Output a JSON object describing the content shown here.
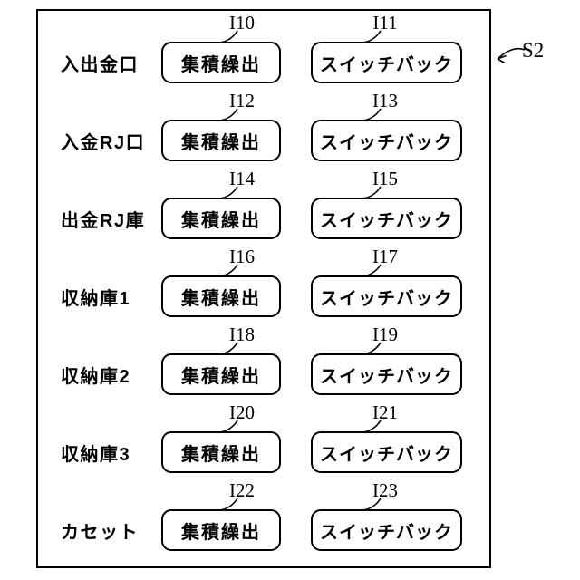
{
  "figure": {
    "frame_ref": "S2",
    "rows": [
      {
        "label": "入出金口",
        "cells": [
          {
            "ref": "I10",
            "label": "集積繰出"
          },
          {
            "ref": "I11",
            "label": "スイッチバック"
          }
        ]
      },
      {
        "label": "入金RJ口",
        "cells": [
          {
            "ref": "I12",
            "label": "集積繰出"
          },
          {
            "ref": "I13",
            "label": "スイッチバック"
          }
        ]
      },
      {
        "label": "出金RJ庫",
        "cells": [
          {
            "ref": "I14",
            "label": "集積繰出"
          },
          {
            "ref": "I15",
            "label": "スイッチバック"
          }
        ]
      },
      {
        "label": "収納庫1",
        "cells": [
          {
            "ref": "I16",
            "label": "集積繰出"
          },
          {
            "ref": "I17",
            "label": "スイッチバック"
          }
        ]
      },
      {
        "label": "収納庫2",
        "cells": [
          {
            "ref": "I18",
            "label": "集積繰出"
          },
          {
            "ref": "I19",
            "label": "スイッチバック"
          }
        ]
      },
      {
        "label": "収納庫3",
        "cells": [
          {
            "ref": "I20",
            "label": "集積繰出"
          },
          {
            "ref": "I21",
            "label": "スイッチバック"
          }
        ]
      },
      {
        "label": "カセット",
        "cells": [
          {
            "ref": "I22",
            "label": "集積繰出"
          },
          {
            "ref": "I23",
            "label": "スイッチバック"
          }
        ]
      }
    ],
    "colors": {
      "line": "#000000",
      "background": "#ffffff"
    }
  }
}
